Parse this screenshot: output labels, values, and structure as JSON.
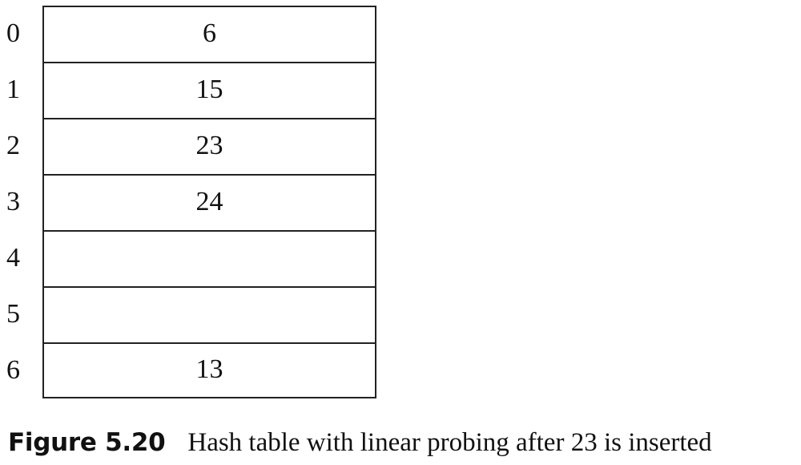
{
  "table": {
    "rows": [
      {
        "index": "0",
        "value": "6"
      },
      {
        "index": "1",
        "value": "15"
      },
      {
        "index": "2",
        "value": "23"
      },
      {
        "index": "3",
        "value": "24"
      },
      {
        "index": "4",
        "value": ""
      },
      {
        "index": "5",
        "value": ""
      },
      {
        "index": "6",
        "value": "13"
      }
    ]
  },
  "caption": {
    "label": "Figure 5.20",
    "text": "Hash table with linear probing after 23 is inserted"
  }
}
